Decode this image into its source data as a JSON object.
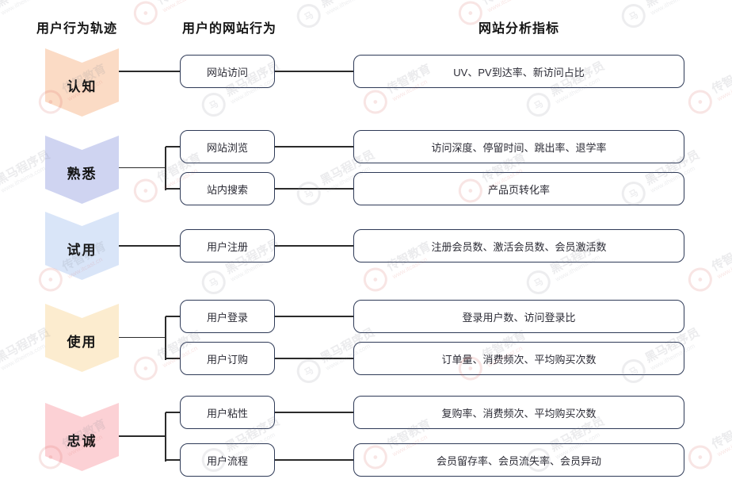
{
  "headers": {
    "col1": "用户行为轨迹",
    "col2": "用户的网站行为",
    "col3": "网站分析指标"
  },
  "colors": {
    "box_border": "#2e3a57",
    "connector_line": "#2b2b2b",
    "stage_renzhi": "#fbdbc5",
    "stage_shuxi": "#cfd4f1",
    "stage_shiyong_trial": "#d9e5f8",
    "stage_shiyong_use": "#fceccf",
    "stage_zhongcheng": "#fcd1d5"
  },
  "rows": [
    {
      "stage": "认知",
      "stage_color": "#fbdbc5",
      "items": [
        {
          "behavior": "网站访问",
          "metric": "UV、PV到达率、新访问占比"
        }
      ]
    },
    {
      "stage": "熟悉",
      "stage_color": "#cfd4f1",
      "items": [
        {
          "behavior": "网站浏览",
          "metric": "访问深度、停留时间、跳出率、退学率"
        },
        {
          "behavior": "站内搜索",
          "metric": "产品页转化率"
        }
      ]
    },
    {
      "stage": "试用",
      "stage_color": "#d9e5f8",
      "items": [
        {
          "behavior": "用户注册",
          "metric": "注册会员数、激活会员数、会员激活数"
        }
      ]
    },
    {
      "stage": "使用",
      "stage_color": "#fceccf",
      "items": [
        {
          "behavior": "用户登录",
          "metric": "登录用户数、访问登录比"
        },
        {
          "behavior": "用户订购",
          "metric": "订单量、消费频次、平均购买次数"
        }
      ]
    },
    {
      "stage": "忠诚",
      "stage_color": "#fcd1d5",
      "items": [
        {
          "behavior": "用户粘性",
          "metric": "复购率、消费频次、平均购买次数"
        },
        {
          "behavior": "用户流程",
          "metric": "会员留存率、会员流失率、会员异动"
        }
      ]
    }
  ],
  "watermark": {
    "brands": [
      {
        "name": "黑马程序员",
        "url": "www.itheima.com",
        "color": "#8a8f99",
        "logo_glyph": "马"
      },
      {
        "name": "传智教育",
        "url": "www.itcast.cn",
        "color": "#d6564f",
        "logo_glyph": "●"
      }
    ]
  }
}
